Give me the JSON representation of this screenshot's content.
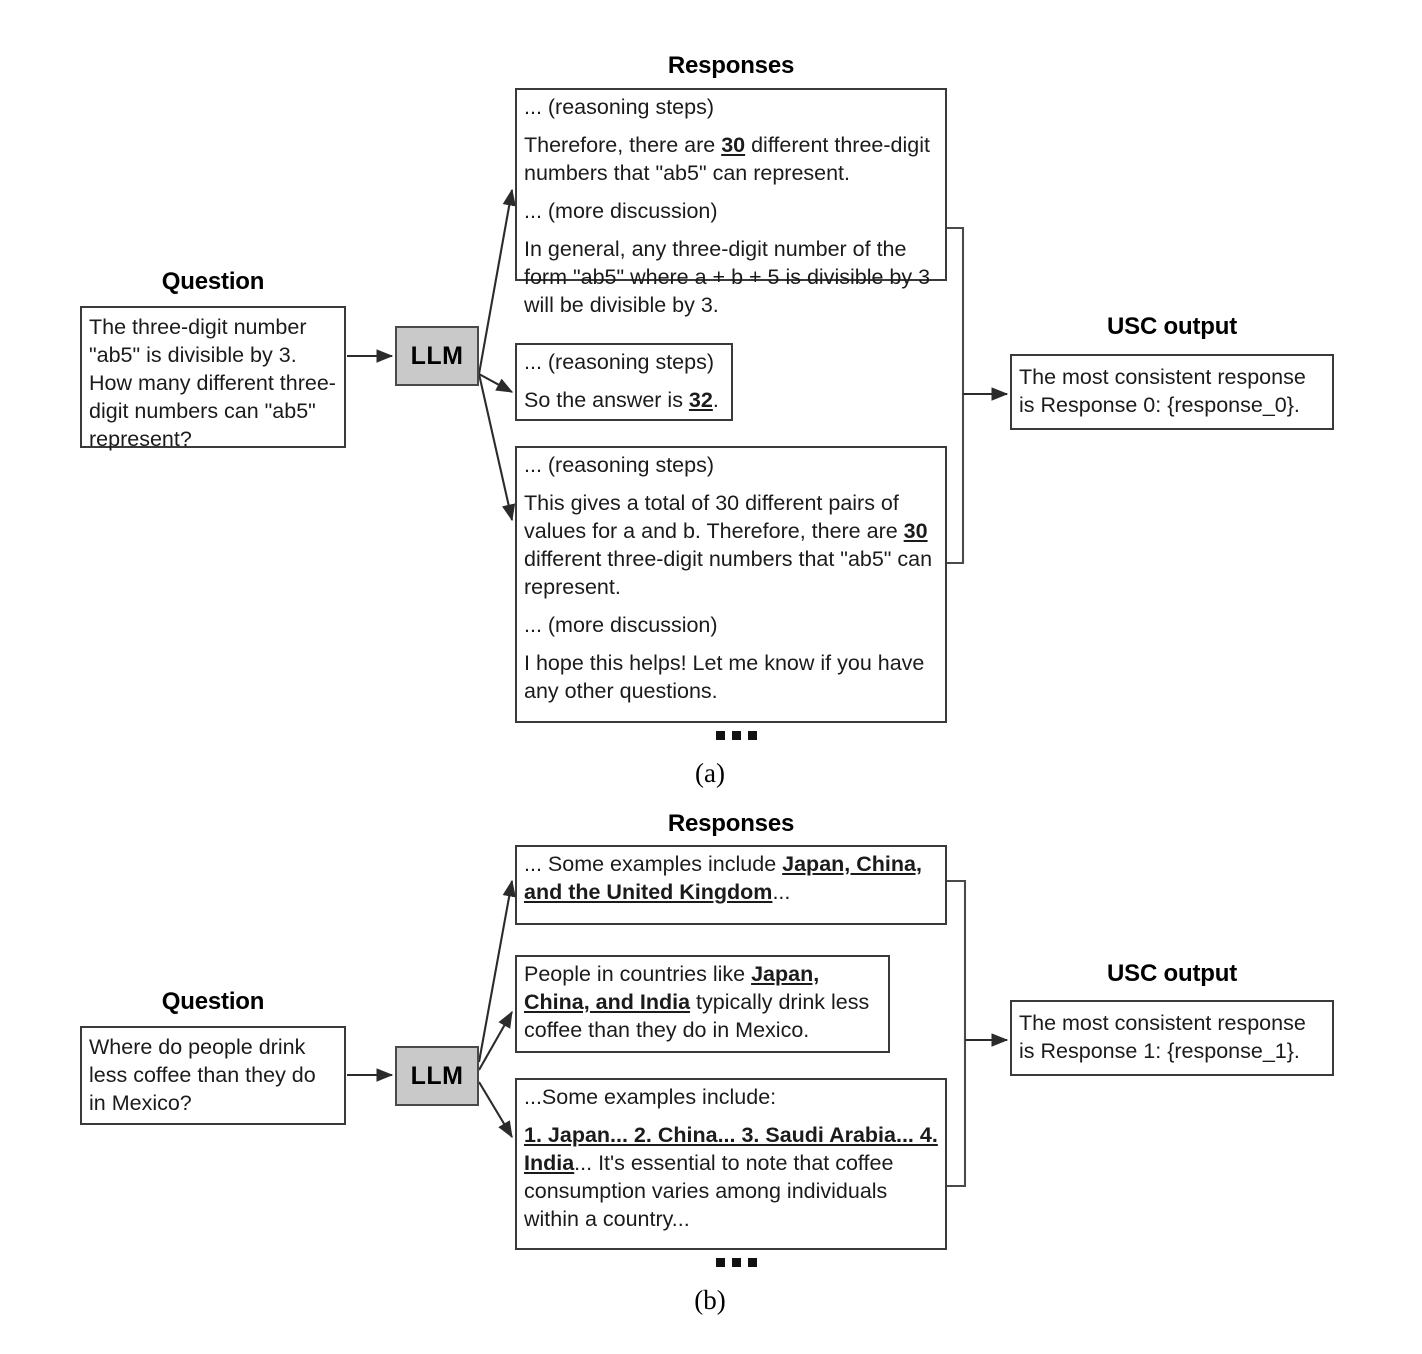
{
  "panels": [
    {
      "label": "(a)",
      "question_heading": "Question",
      "question_text": "The three-digit number \"ab5\" is divisible by 3. How many different three-digit numbers can \"ab5\" represent?",
      "llm_label": "LLM",
      "responses_heading": "Responses",
      "usc_heading": "USC output",
      "usc_text": "The most consistent response is Response 0: {response_0}.",
      "responses": [
        {
          "lines": [
            {
              "text": "... (reasoning steps)"
            },
            {
              "pre": "Therefore, there are ",
              "bold": "30",
              "post": " different three-digit numbers that \"ab5\" can represent."
            },
            {
              "text": "... (more discussion)"
            },
            {
              "text": "In general, any three-digit number of the form \"ab5\" where a + b + 5 is divisible by 3 will be divisible by 3."
            }
          ]
        },
        {
          "lines": [
            {
              "text": "... (reasoning steps)"
            },
            {
              "pre": "So the answer is ",
              "bold": "32",
              "post": "."
            }
          ]
        },
        {
          "lines": [
            {
              "text": "... (reasoning steps)"
            },
            {
              "pre": "This gives a total of 30 different pairs of values for a and b. Therefore, there are ",
              "bold": "30",
              "post": " different three-digit numbers that \"ab5\" can represent."
            },
            {
              "text": "... (more discussion)"
            },
            {
              "text": "I hope this helps! Let me know if you have any other questions."
            }
          ]
        }
      ],
      "ellipsis": "..."
    },
    {
      "label": "(b)",
      "question_heading": "Question",
      "question_text": "Where do people drink less coffee than they do in Mexico?",
      "llm_label": "LLM",
      "responses_heading": "Responses",
      "usc_heading": "USC output",
      "usc_text": "The most consistent response is Response 1: {response_1}.",
      "responses": [
        {
          "lines": [
            {
              "pre": "... Some examples include ",
              "bold": "Japan, China, and the United Kingdom",
              "post": "..."
            }
          ]
        },
        {
          "lines": [
            {
              "pre": "People in countries like ",
              "bold": "Japan, China, and India",
              "post": " typically drink less coffee than they do in Mexico."
            }
          ]
        },
        {
          "lines": [
            {
              "text": "...Some examples include:"
            },
            {
              "pre": "",
              "bold": "1. Japan... 2. China... 3. Saudi Arabia... 4. India",
              "post": "... It's essential to note that coffee consumption varies among individuals within a country..."
            }
          ]
        }
      ],
      "ellipsis": "..."
    }
  ],
  "colors": {
    "llm_fill": "#c9c9c9",
    "box_border": "#3a3a3a",
    "text": "#1b1b1b",
    "line": "#2b2b2b"
  }
}
